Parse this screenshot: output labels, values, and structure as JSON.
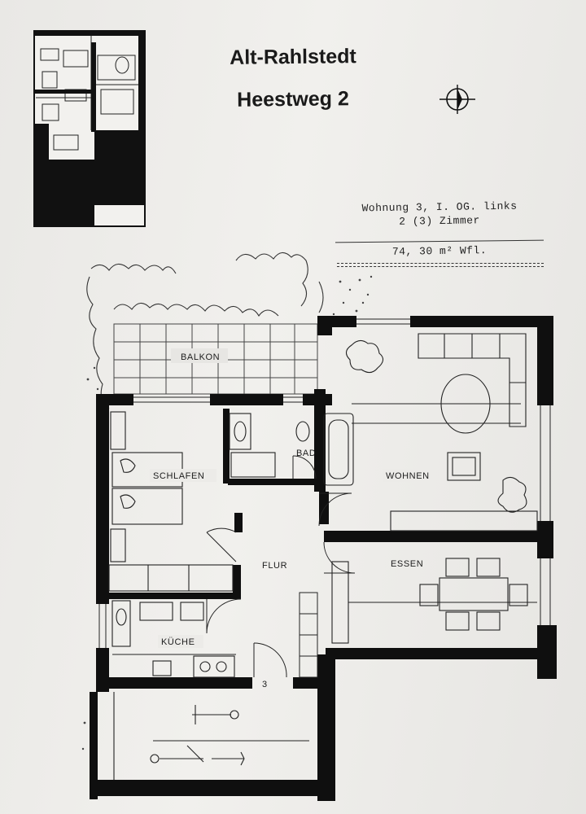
{
  "header": {
    "location": "Alt-Rahlstedt",
    "address": "Heestweg 2"
  },
  "unit": {
    "line1": "Wohnung 3, I. OG. links",
    "line2": "2 (3) Zimmer",
    "area": "74, 30 m² Wfl."
  },
  "rooms": {
    "balcony": "BALKON",
    "bedroom": "SCHLAFEN",
    "bath": "BAD",
    "living": "WOHNEN",
    "hall": "FLUR",
    "dining": "ESSEN",
    "kitchen": "KÜCHE",
    "stair_number": "3"
  },
  "icons": {
    "north": "north-arrow-icon"
  }
}
